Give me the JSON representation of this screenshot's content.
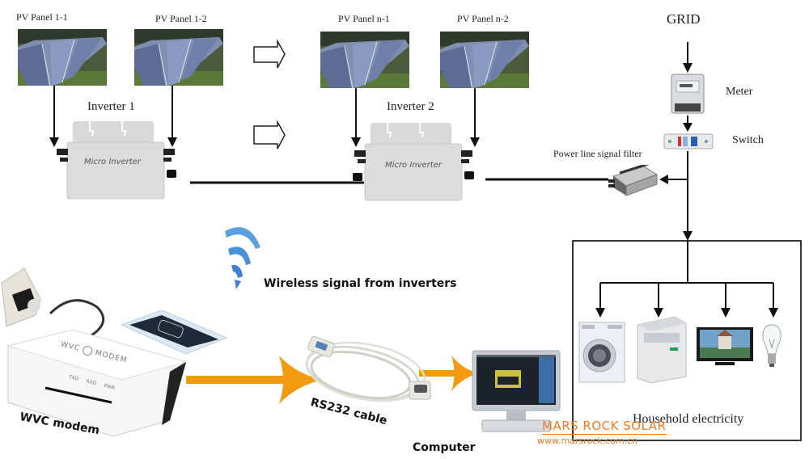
{
  "panels": [
    {
      "label": "PV Panel 1-1"
    },
    {
      "label": "PV Panel 1-2"
    },
    {
      "label": "PV Panel n-1"
    },
    {
      "label": "PV Panel n-2"
    }
  ],
  "inverters": [
    {
      "title": "Inverter 1",
      "device_text": "Micro Inverter"
    },
    {
      "title": "Inverter 2",
      "device_text": "Micro Inverter"
    }
  ],
  "grid": {
    "grid_label": "GRID",
    "meter_label": "Meter",
    "switch_label": "Switch",
    "filter_label": "Power line signal filter"
  },
  "household": {
    "label": "Household electricity",
    "appliances": [
      "front-load washing machine",
      "top-load washing machine",
      "television",
      "light bulb"
    ]
  },
  "wireless": {
    "label": "Wireless signal from inverters"
  },
  "modem": {
    "label": "WVC modem",
    "device_brand": "WVC",
    "device_model": "MODEM",
    "leds": [
      "TXD",
      "RXD",
      "PWR"
    ]
  },
  "cable": {
    "label": "RS232 cable"
  },
  "computer": {
    "label": "Computer"
  },
  "watermark": {
    "brand": "MARS ROCK SOLAR",
    "url": "www.marsrock.com.cn"
  },
  "colors": {
    "flow_arrow": "#f39a10",
    "wireless": "#4a90d9",
    "watermark": "#ef7d22",
    "line": "#111111"
  }
}
